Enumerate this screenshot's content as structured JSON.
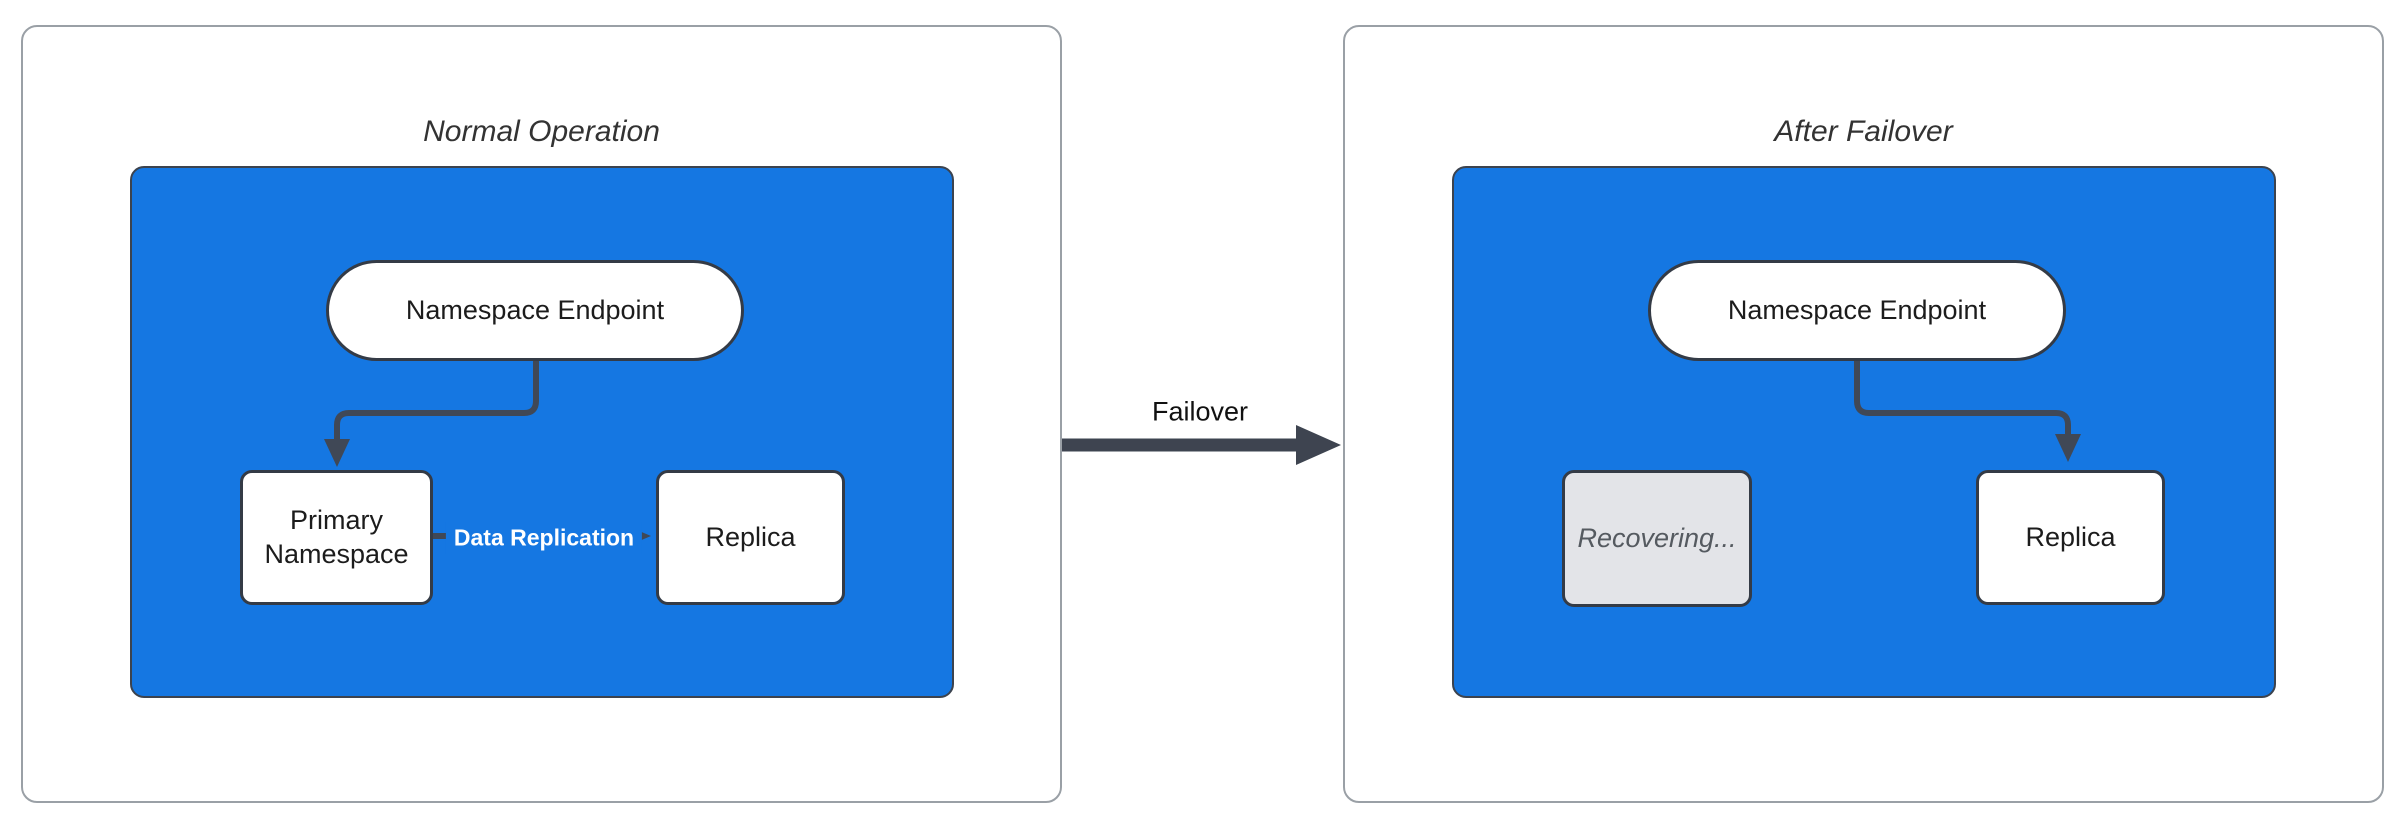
{
  "diagram": {
    "transition": {
      "label": "Failover"
    },
    "panels": [
      {
        "title": "Normal Operation",
        "nodes": {
          "endpoint": {
            "label": "Namespace Endpoint"
          },
          "primary": {
            "label": "Primary Namespace"
          },
          "replica": {
            "label": "Replica"
          }
        },
        "edges": {
          "replication_label": "Data Replication"
        }
      },
      {
        "title": "After Failover",
        "nodes": {
          "endpoint": {
            "label": "Namespace Endpoint"
          },
          "recovering": {
            "label": "Recovering..."
          },
          "replica": {
            "label": "Replica"
          }
        }
      }
    ],
    "colors": {
      "container_blue": "#1577E2",
      "node_border": "#343B46",
      "edge_stroke": "#404856",
      "failover_arrow": "#3E4450",
      "recovering_fill": "#E3E4E8",
      "panel_border": "#9AA0A6",
      "edge_label_text": "#FFFFFF",
      "title_text": "#333333"
    }
  }
}
